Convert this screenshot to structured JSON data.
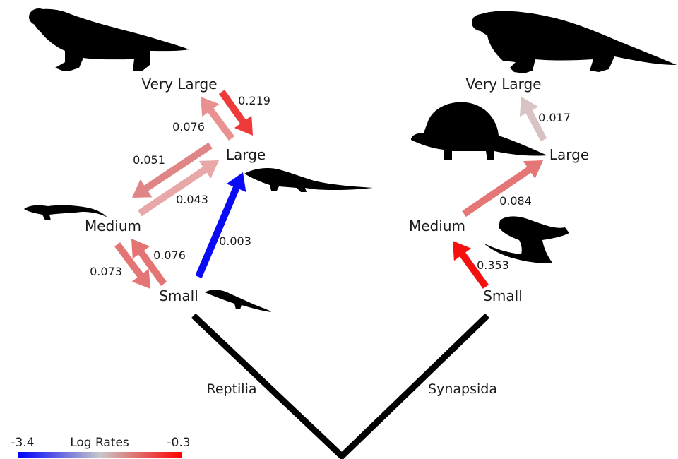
{
  "reptilia": {
    "clade_label": "Reptilia",
    "states": {
      "very_large": "Very Large",
      "large": "Large",
      "medium": "Medium",
      "small": "Small"
    },
    "rates": {
      "large_to_very_large": "0.076",
      "very_large_to_large": "0.219",
      "large_to_medium": "0.051",
      "medium_to_large": "0.043",
      "medium_to_small": "0.073",
      "small_to_medium": "0.076",
      "small_to_large": "0.003"
    }
  },
  "synapsida": {
    "clade_label": "Synapsida",
    "states": {
      "very_large": "Very Large",
      "large": "Large",
      "medium": "Medium",
      "small": "Small"
    },
    "rates": {
      "large_to_very_large": "0.017",
      "medium_to_large": "0.084",
      "small_to_medium": "0.353"
    }
  },
  "legend": {
    "title": "Log Rates",
    "min": "-3.4",
    "max": "-0.3",
    "colors": [
      "#0000ff",
      "#c8c8c8",
      "#ff0000"
    ]
  },
  "colors": {
    "tree": "#000000",
    "silhouette": "#000000",
    "arrow_very_large_to_large": "#ef3a3a",
    "arrow_large_to_very_large": "#e99090",
    "arrow_large_to_medium": "#df8585",
    "arrow_medium_to_large": "#e8a8a8",
    "arrow_medium_to_small": "#e47575",
    "arrow_small_to_medium": "#e47373",
    "arrow_small_to_large": "#0a0af5",
    "arrow_syn_large_to_very_large": "#d9c2c2",
    "arrow_syn_medium_to_large": "#e47676",
    "arrow_syn_small_to_medium": "#f51010"
  }
}
